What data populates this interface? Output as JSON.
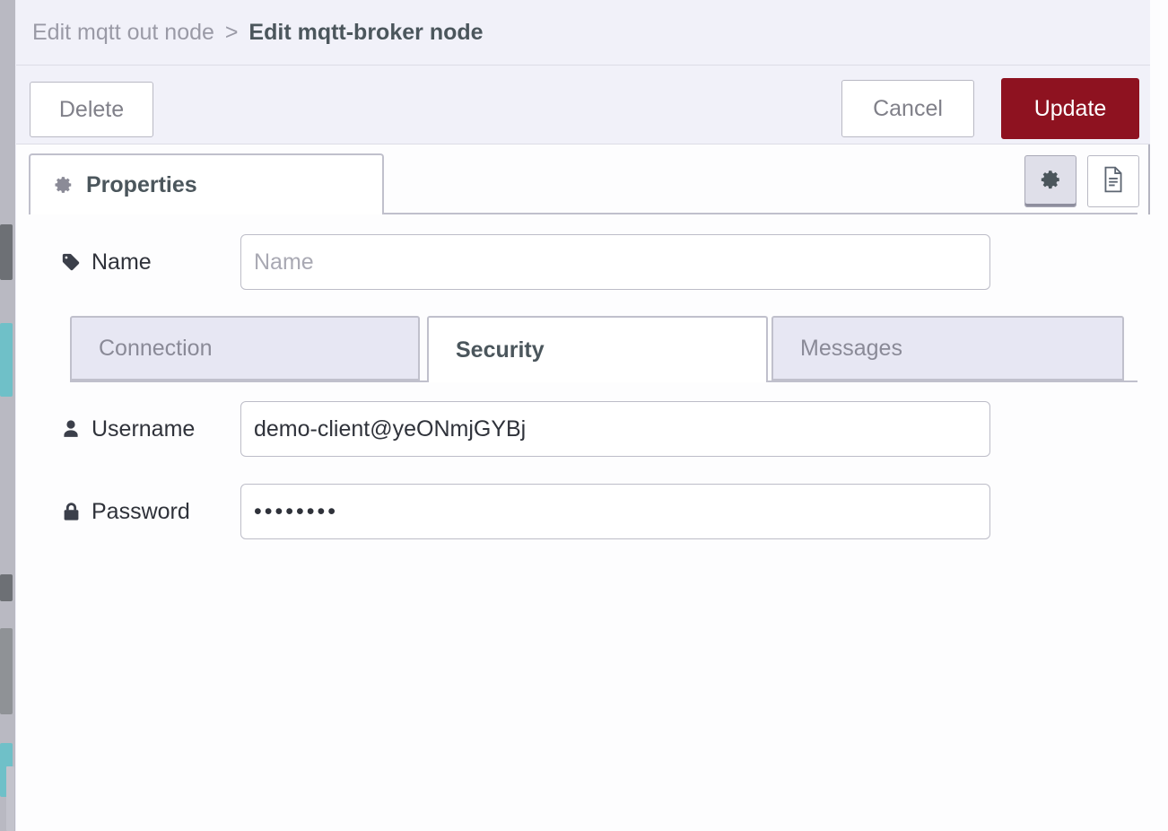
{
  "header": {
    "breadcrumb_parent": "Edit mqtt out node",
    "breadcrumb_separator": ">",
    "breadcrumb_current": "Edit mqtt-broker node"
  },
  "toolbar": {
    "delete_label": "Delete",
    "cancel_label": "Cancel",
    "update_label": "Update",
    "update_color": "#8e1220"
  },
  "tabs": {
    "properties_label": "Properties",
    "properties_icon": "gear-icon",
    "tool_buttons": [
      {
        "name": "settings-gear-icon",
        "active": true
      },
      {
        "name": "description-document-icon",
        "active": false
      }
    ]
  },
  "form": {
    "name": {
      "label": "Name",
      "icon": "tag-icon",
      "value": "",
      "placeholder": "Name"
    },
    "subtabs": [
      {
        "label": "Connection",
        "active": false
      },
      {
        "label": "Security",
        "active": true
      },
      {
        "label": "Messages",
        "active": false
      }
    ],
    "username": {
      "label": "Username",
      "icon": "user-icon",
      "value": "demo-client@yeONmjGYBj",
      "placeholder": ""
    },
    "password": {
      "label": "Password",
      "icon": "lock-icon",
      "value": "••••••••",
      "placeholder": ""
    }
  }
}
